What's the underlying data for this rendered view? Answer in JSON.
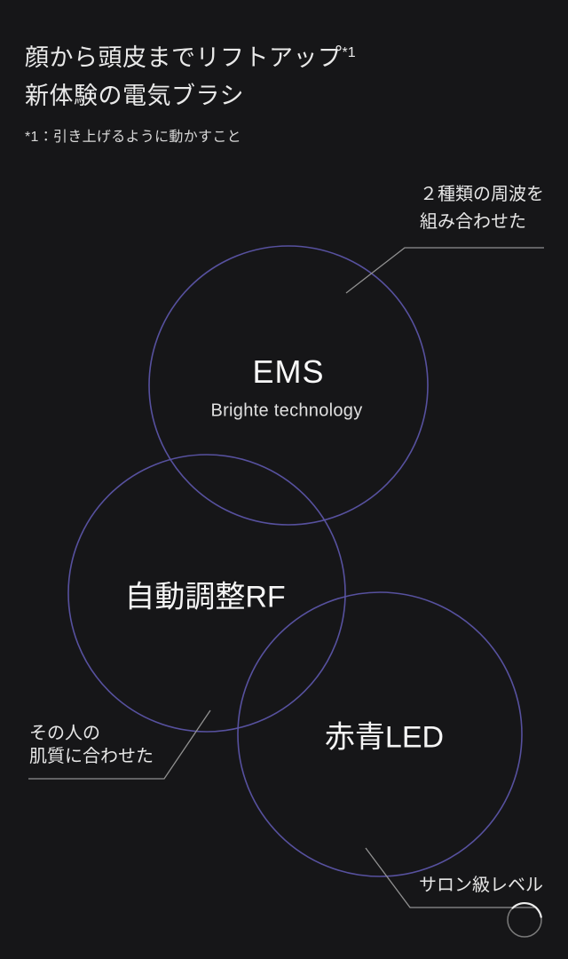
{
  "page": {
    "background": "#161618"
  },
  "header": {
    "title_line1": "顔から頭皮までリフトアップ",
    "title_sup": "*1",
    "title_line2": "新体験の電気ブラシ",
    "footnote": "*1：引き上げるように動かすこと"
  },
  "diagram": {
    "colors": {
      "circle_stroke": "#5b54a6",
      "callout_line": "#919191",
      "deco_circle": "#7a7a7a",
      "deco_highlight": "#ececec"
    },
    "circles": [
      {
        "label": "EMS",
        "sublabel": "Brighte technology"
      },
      {
        "label": "自動調整RF"
      },
      {
        "label": "赤青LED"
      }
    ],
    "annotations": {
      "ems": {
        "line1": "２種類の周波を",
        "line2": "組み合わせた"
      },
      "rf": {
        "line1": "その人の",
        "line2": "肌質に合わせた"
      },
      "led": {
        "line1": "サロン級レベル"
      }
    }
  }
}
